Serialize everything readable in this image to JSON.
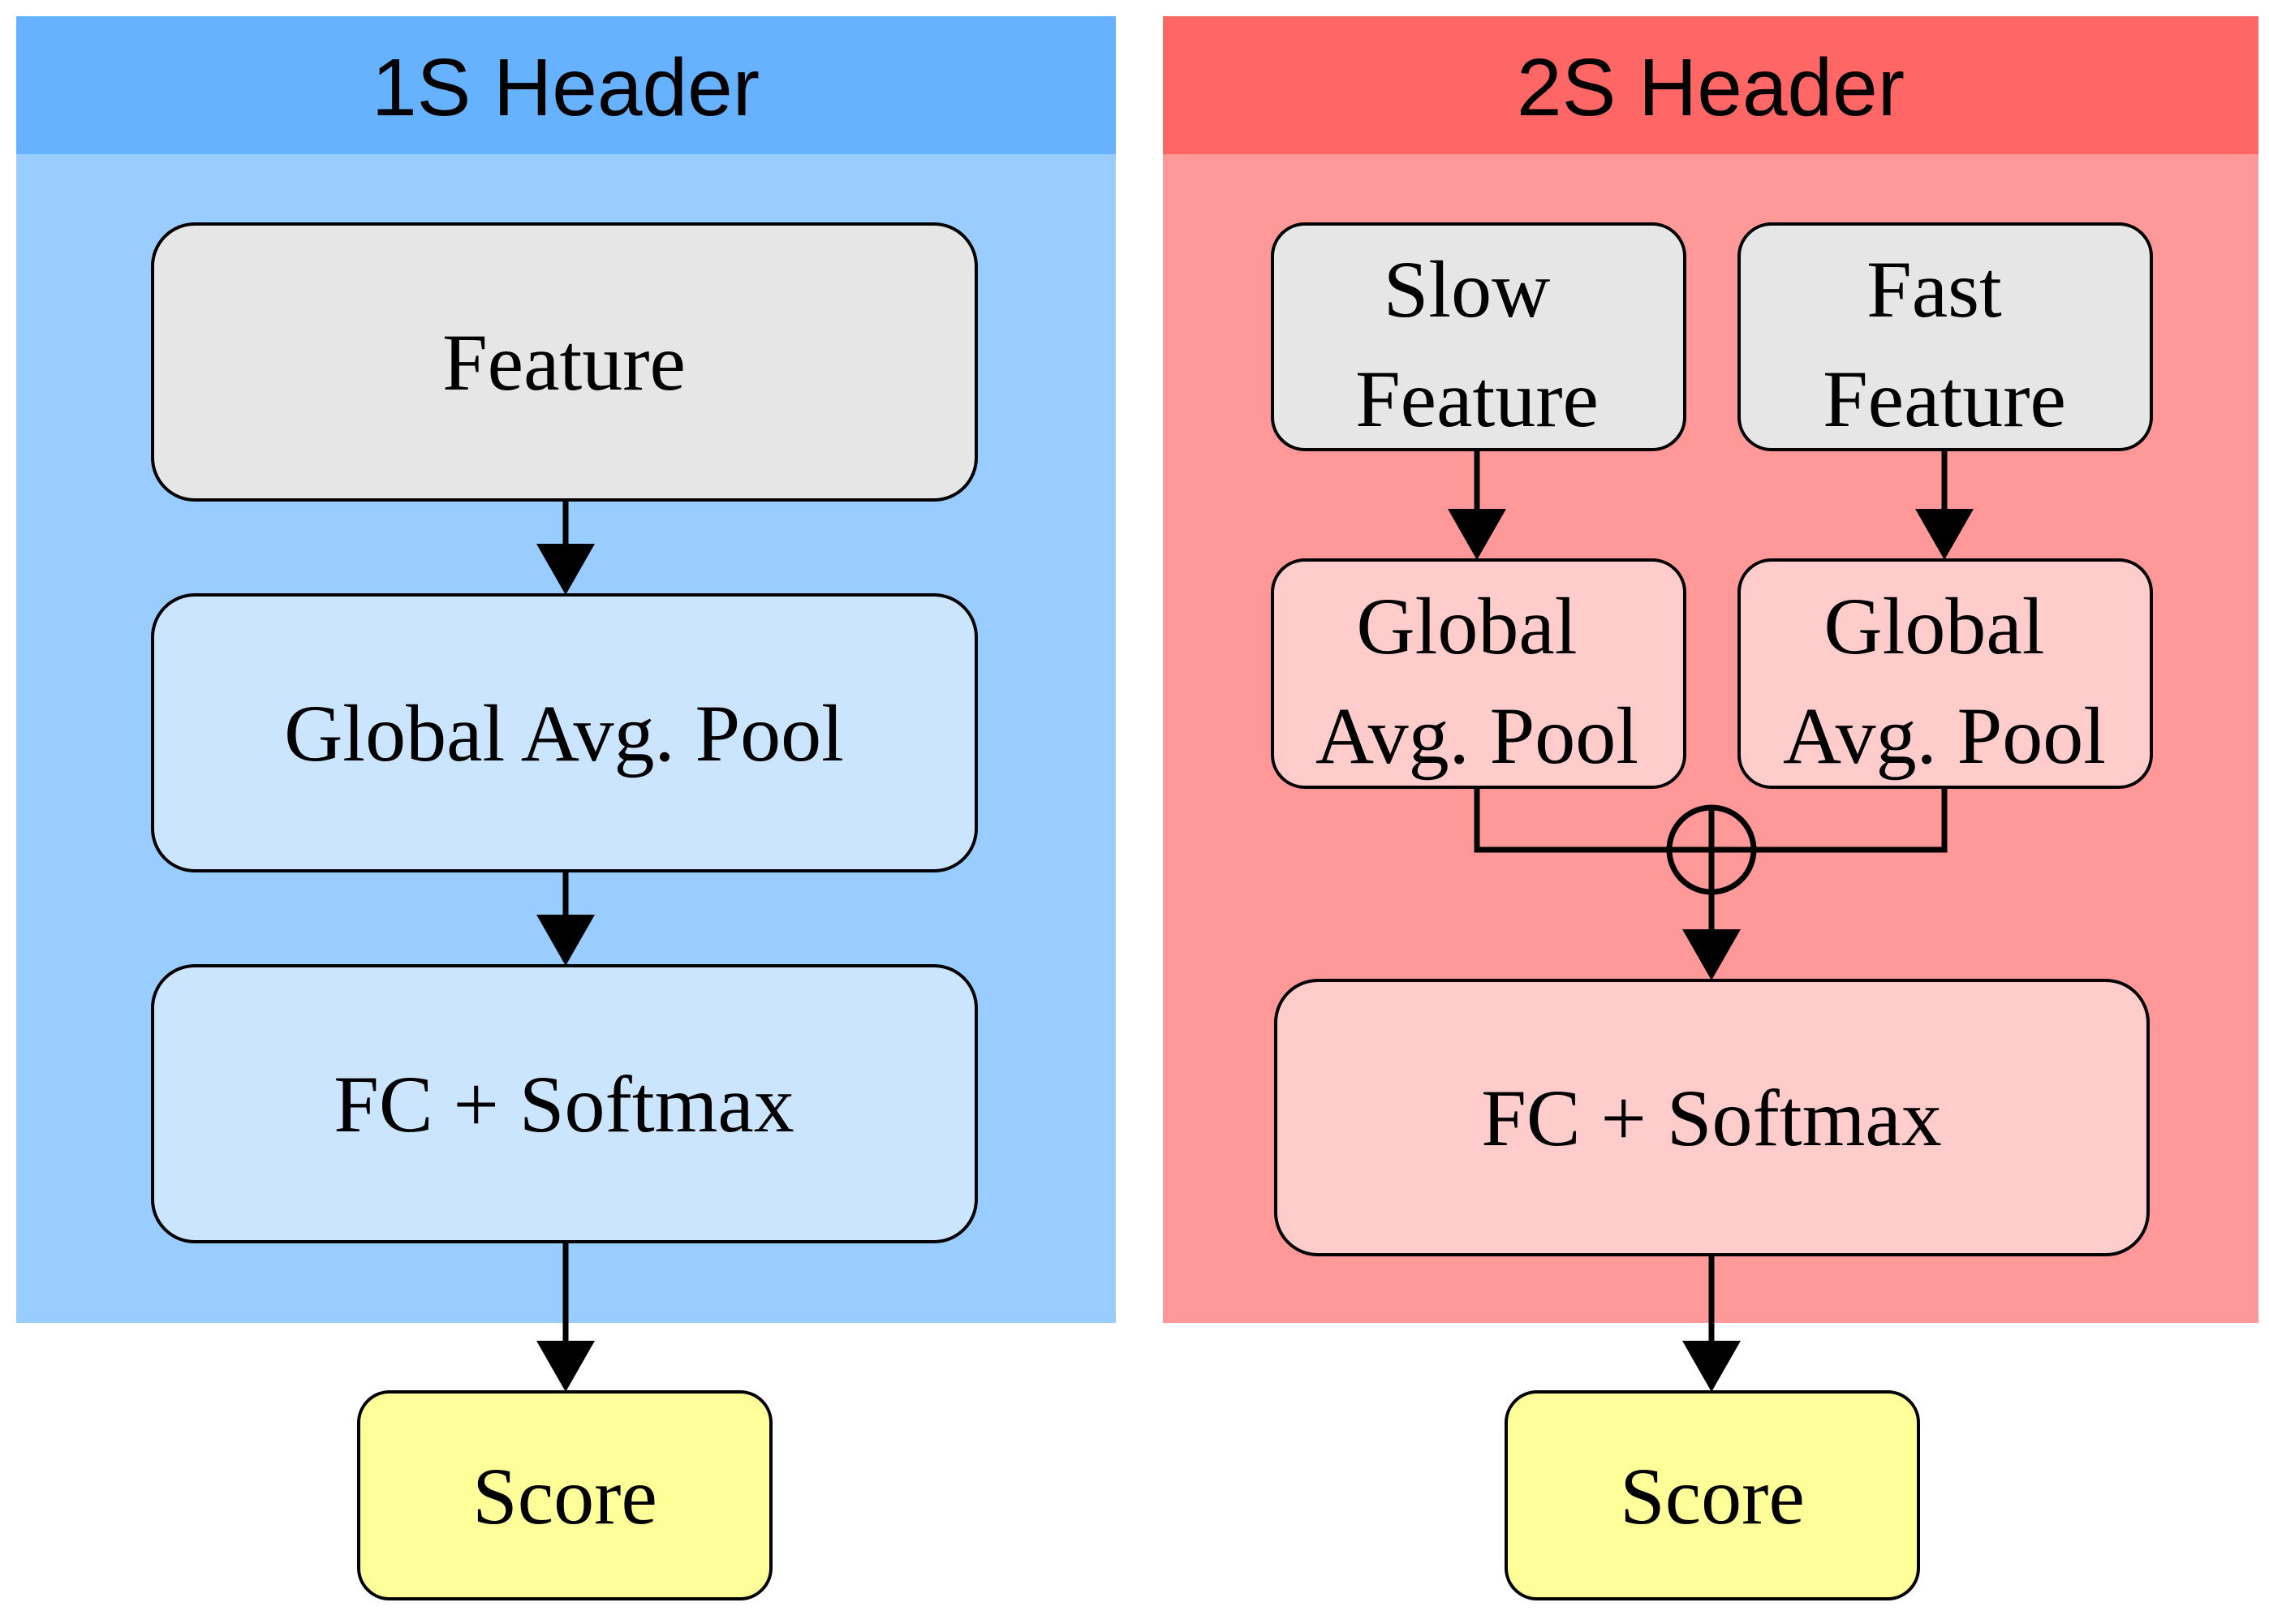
{
  "panel_1s": {
    "header": "1S Header",
    "nodes": {
      "feature": [
        "Feature"
      ],
      "pool": [
        "Global Avg. Pool"
      ],
      "fc": [
        "FC + Softmax"
      ],
      "score": [
        "Score"
      ]
    }
  },
  "panel_2s": {
    "header": "2S Header",
    "nodes": {
      "slow_feature": [
        "Slow",
        "Feature"
      ],
      "fast_feature": [
        "Fast",
        "Feature"
      ],
      "slow_pool": [
        "Global",
        "Avg. Pool"
      ],
      "fast_pool": [
        "Global",
        "Avg. Pool"
      ],
      "fc": [
        "FC + Softmax"
      ],
      "score": [
        "Score"
      ]
    }
  },
  "colors": {
    "panel_1s_header": "#66b2ff",
    "panel_1s_body": "#99ccff",
    "panel_1s_node": "#cce5ff",
    "panel_2s_header": "#ff6666",
    "panel_2s_body": "#ff9999",
    "panel_2s_node": "#ffcccc",
    "feature_node": "#e6e6e6",
    "score_node": "#ffff99"
  },
  "icons": {
    "merge_operator": "circled-plus-icon"
  }
}
